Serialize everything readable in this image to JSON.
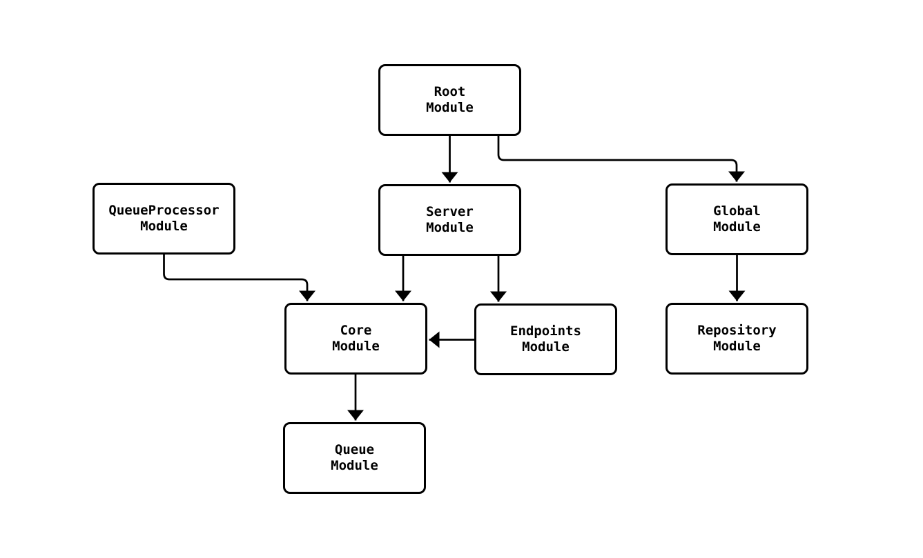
{
  "diagram": {
    "type": "module-dependency-flowchart",
    "colors": {
      "background": "#ffffff",
      "node_fill": "#ffffff",
      "node_border": "#000000",
      "edge": "#000000",
      "text": "#000000"
    },
    "nodes": {
      "root": {
        "label": "Root\nModule"
      },
      "queueprocessor": {
        "label": "QueueProcessor\nModule"
      },
      "server": {
        "label": "Server\nModule"
      },
      "global": {
        "label": "Global\nModule"
      },
      "core": {
        "label": "Core\nModule"
      },
      "endpoints": {
        "label": "Endpoints\nModule"
      },
      "repository": {
        "label": "Repository\nModule"
      },
      "queue": {
        "label": "Queue\nModule"
      }
    },
    "edges": [
      {
        "from": "root",
        "to": "server"
      },
      {
        "from": "root",
        "to": "global"
      },
      {
        "from": "server",
        "to": "core"
      },
      {
        "from": "server",
        "to": "endpoints"
      },
      {
        "from": "queueprocessor",
        "to": "core"
      },
      {
        "from": "endpoints",
        "to": "core"
      },
      {
        "from": "global",
        "to": "repository"
      },
      {
        "from": "core",
        "to": "queue"
      }
    ]
  }
}
